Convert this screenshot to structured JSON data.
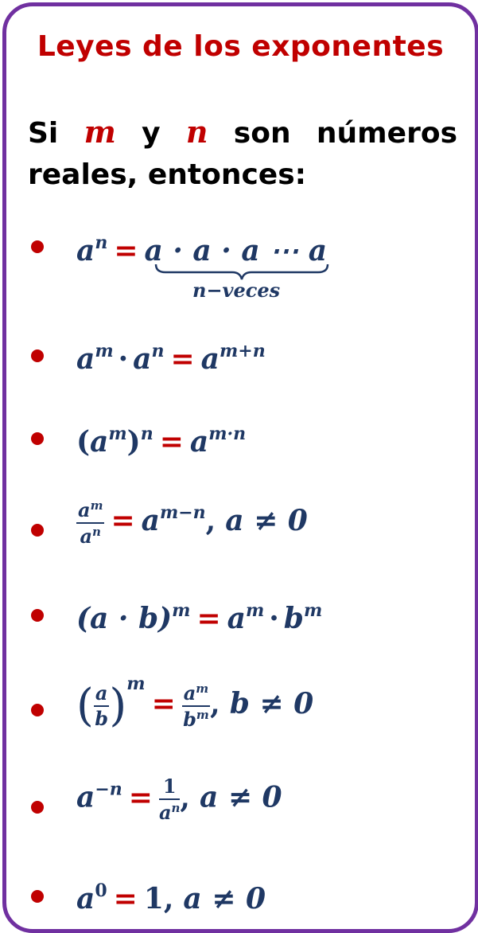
{
  "title": "Leyes de los exponentes",
  "intro": {
    "si": "Si",
    "m": "m",
    "y": "y",
    "n": "n",
    "son": "son",
    "numeros": "números",
    "line2": "reales, entonces:"
  },
  "laws": {
    "l1": {
      "base": "a",
      "exp": "n",
      "eq": "=",
      "product": "a · a · a ⋯ a",
      "brace_label": "n−veces"
    },
    "l2": {
      "a": "a",
      "m": "m",
      "dot": "·",
      "n": "n",
      "eq": "=",
      "exp": "m+n"
    },
    "l3": {
      "lparen": "(",
      "a": "a",
      "m": "m",
      "rparen": ")",
      "n": "n",
      "eq": "=",
      "exp": "m·n"
    },
    "l4": {
      "num_a": "a",
      "num_m": "m",
      "den_a": "a",
      "den_n": "n",
      "eq": "=",
      "a": "a",
      "exp": "m−n",
      "comma": ",",
      "cond": "a ≠ 0"
    },
    "l5": {
      "lhs": "(a · b)",
      "m": "m",
      "eq": "=",
      "a": "a",
      "m2": "m",
      "dot": "·",
      "b": "b",
      "m3": "m"
    },
    "l6": {
      "num": "a",
      "den": "b",
      "m": "m",
      "eq": "=",
      "num_a": "a",
      "num_m": "m",
      "den_b": "b",
      "den_m": "m",
      "comma": ",",
      "cond": "b ≠ 0"
    },
    "l7": {
      "a": "a",
      "exp": "−n",
      "eq": "=",
      "num": "1",
      "den_a": "a",
      "den_n": "n",
      "comma": ",",
      "cond": "a ≠ 0"
    },
    "l8": {
      "a": "a",
      "exp": "0",
      "eq": "=",
      "one": "1",
      "comma": ",",
      "cond": "a ≠ 0"
    }
  },
  "colors": {
    "border": "#7030a0",
    "red": "#c00000",
    "navy": "#1f3864"
  }
}
